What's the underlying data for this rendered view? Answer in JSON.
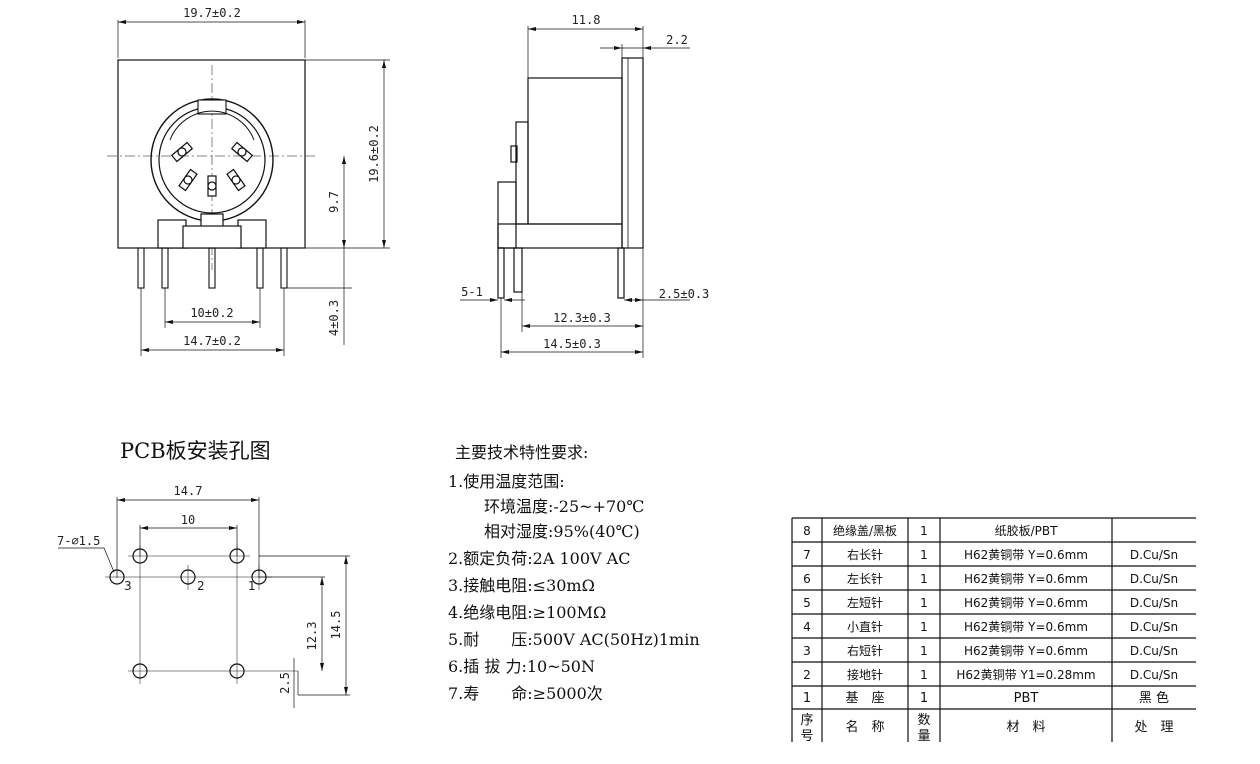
{
  "front_view": {
    "width_dim": "19.7±0.2",
    "height_dim": "19.6±0.2",
    "center_height_dim": "9.7",
    "inner_pin_span_dim": "10±0.2",
    "outer_pin_span_dim": "14.7±0.2",
    "pin_length_dim": "4±0.3"
  },
  "side_view": {
    "depth_dim": "11.8",
    "flange_dim": "2.2",
    "tab_dim": "5-1",
    "pin_offset_dim": "2.5±0.3",
    "pin_spacing_dim": "12.3±0.3",
    "overall_dim": "14.5±0.3"
  },
  "pcb_layout": {
    "title": "PCB板安装孔图",
    "span_outer": "14.7",
    "span_inner": "10",
    "hole_callout": "7-⌀1.5",
    "pin_labels": [
      "3",
      "2",
      "1"
    ],
    "dim_v_123": "12.3",
    "dim_v_145": "14.5",
    "dim_v_25": "2.5"
  },
  "specs": {
    "heading": "主要技术特性要求:",
    "lines": [
      "1.使用温度范围:",
      "环境温度:-25~+70℃",
      "相对湿度:95%(40℃)",
      "2.额定负荷:2A 100V AC",
      "3.接触电阻:≤30mΩ",
      "4.绝缘电阻:≥100MΩ",
      "5.耐　　压:500V AC(50Hz)1min",
      "6.插 拔 力:10~50N",
      "7.寿　　命:≥5000次"
    ]
  },
  "bom": {
    "rows": [
      [
        "8",
        "绝缘盖/黑板",
        "1",
        "纸胶板/PBT",
        ""
      ],
      [
        "7",
        "右长针",
        "1",
        "H62黄铜带 Y=0.6mm",
        "D.Cu/Sn"
      ],
      [
        "6",
        "左长针",
        "1",
        "H62黄铜带 Y=0.6mm",
        "D.Cu/Sn"
      ],
      [
        "5",
        "左短针",
        "1",
        "H62黄铜带 Y=0.6mm",
        "D.Cu/Sn"
      ],
      [
        "4",
        "小直针",
        "1",
        "H62黄铜带 Y=0.6mm",
        "D.Cu/Sn"
      ],
      [
        "3",
        "右短针",
        "1",
        "H62黄铜带 Y=0.6mm",
        "D.Cu/Sn"
      ],
      [
        "2",
        "接地针",
        "1",
        "H62黄铜带 Y1=0.28mm",
        "D.Cu/Sn"
      ],
      [
        "1",
        "基　座",
        "1",
        "PBT",
        "黑 色"
      ]
    ],
    "header": {
      "no_line1": "序",
      "no_line2": "号",
      "name": "名　称",
      "qty_line1": "数",
      "qty_line2": "量",
      "material": "材　料",
      "finish": "处　理"
    }
  }
}
